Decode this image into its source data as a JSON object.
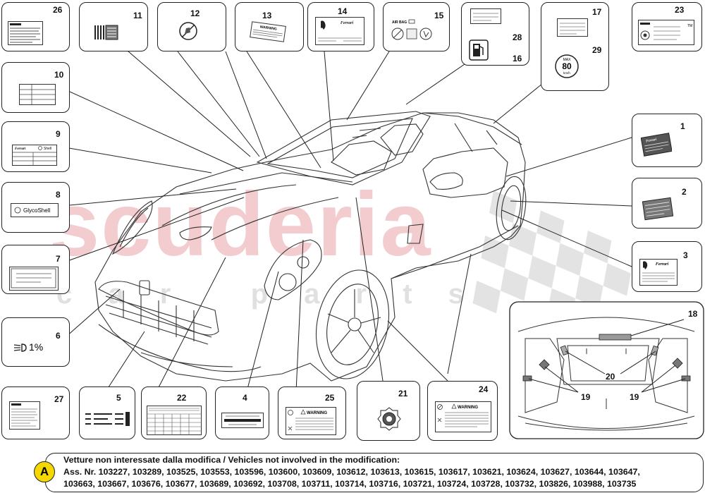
{
  "watermark": {
    "brand": "scuderia",
    "sub": "c a r   p a r t s"
  },
  "callouts": [
    {
      "id": "box-26",
      "label": "26"
    },
    {
      "id": "box-11",
      "label": "11"
    },
    {
      "id": "box-12",
      "label": "12"
    },
    {
      "id": "box-13",
      "label": "13"
    },
    {
      "id": "box-14",
      "label": "14"
    },
    {
      "id": "box-15",
      "label": "15"
    },
    {
      "id": "box-28",
      "label": "28"
    },
    {
      "id": "box-16",
      "label": "16"
    },
    {
      "id": "box-17",
      "label": "17"
    },
    {
      "id": "box-29",
      "label": "29"
    },
    {
      "id": "box-23",
      "label": "23"
    },
    {
      "id": "box-10",
      "label": "10"
    },
    {
      "id": "box-9",
      "label": "9"
    },
    {
      "id": "box-8",
      "label": "8"
    },
    {
      "id": "box-7",
      "label": "7"
    },
    {
      "id": "box-6",
      "label": "6"
    },
    {
      "id": "box-1",
      "label": "1"
    },
    {
      "id": "box-2",
      "label": "2"
    },
    {
      "id": "box-3",
      "label": "3"
    },
    {
      "id": "box-18",
      "label": "18"
    },
    {
      "id": "box-20",
      "label": "20"
    },
    {
      "id": "box-19a",
      "label": "19"
    },
    {
      "id": "box-19b",
      "label": "19"
    },
    {
      "id": "box-27",
      "label": "27"
    },
    {
      "id": "box-5",
      "label": "5"
    },
    {
      "id": "box-22",
      "label": "22"
    },
    {
      "id": "box-4",
      "label": "4"
    },
    {
      "id": "box-25",
      "label": "25"
    },
    {
      "id": "box-21",
      "label": "21"
    },
    {
      "id": "box-24",
      "label": "24"
    }
  ],
  "label_text": {
    "warning": "WARNING",
    "airbag": "AIR BAG",
    "shell": "Shell",
    "glycoshell": "GlycoShell",
    "headlight_pct": "1%",
    "max_top": "MAX",
    "max_num": "80",
    "max_unit": "km/h",
    "tm": "TM"
  },
  "note": {
    "marker": "A",
    "line1": "Vetture non interessate dalla modifica / Vehicles not involved in the modification:",
    "line2": "Ass. Nr. 103227, 103289, 103525, 103553, 103596, 103600, 103609, 103612, 103613, 103615, 103617, 103621, 103624, 103627, 103644, 103647,",
    "line3": "103663, 103667, 103676, 103677, 103689, 103692, 103708, 103711, 103714, 103716, 103721, 103724, 103728, 103732, 103826, 103988, 103735"
  }
}
